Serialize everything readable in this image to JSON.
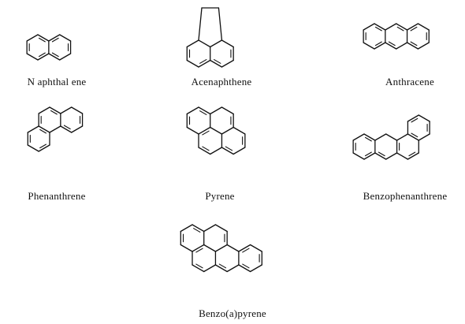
{
  "compounds": [
    {
      "id": "naphthalene",
      "name": "N aphthal ene",
      "rings": 2
    },
    {
      "id": "acenaphthene",
      "name": "Acenaphthene",
      "rings": 3
    },
    {
      "id": "anthracene",
      "name": "Anthracene",
      "rings": 3
    },
    {
      "id": "phenanthrene",
      "name": "Phenanthrene",
      "rings": 3
    },
    {
      "id": "pyrene",
      "name": "Pyrene",
      "rings": 4
    },
    {
      "id": "benzophenanthrene",
      "name": "Benzophenanthrene",
      "rings": 4
    },
    {
      "id": "benzo-a-pyrene",
      "name": "Benzo(a)pyrene",
      "rings": 5
    }
  ],
  "colors": {
    "ink": "#111111",
    "background": "#ffffff"
  }
}
